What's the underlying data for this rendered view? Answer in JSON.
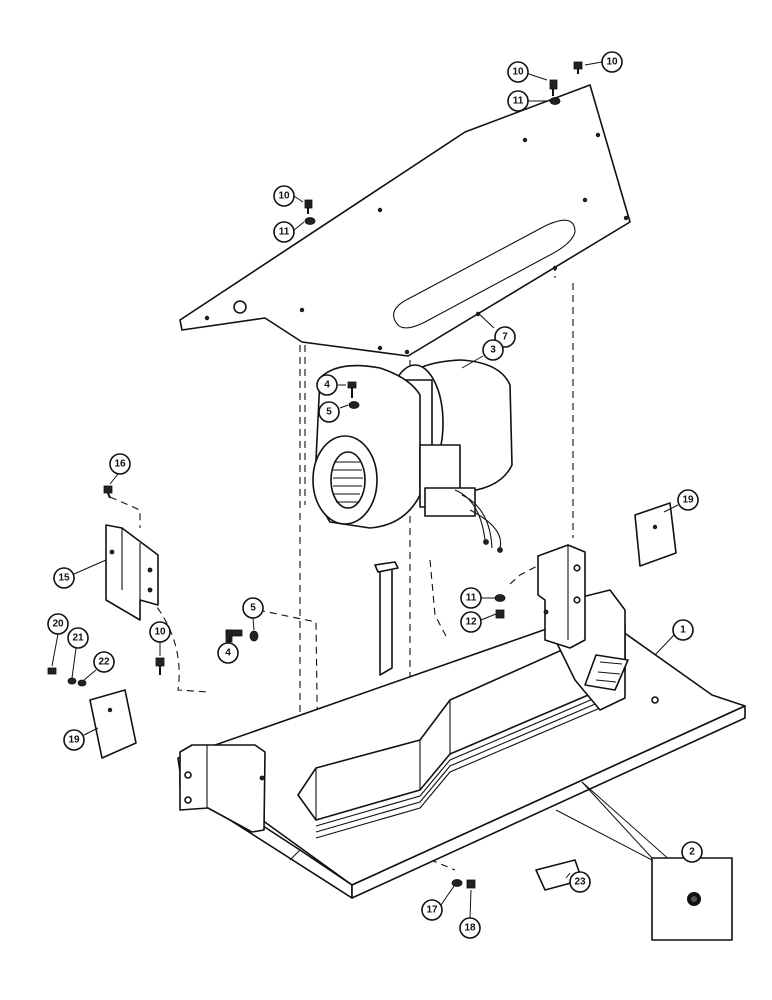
{
  "diagram": {
    "callouts": [
      {
        "id": "c10a",
        "label": "10"
      },
      {
        "id": "c10b",
        "label": "10"
      },
      {
        "id": "c11a",
        "label": "11"
      },
      {
        "id": "c10c",
        "label": "10"
      },
      {
        "id": "c11b",
        "label": "11"
      },
      {
        "id": "c7",
        "label": "7"
      },
      {
        "id": "c4a",
        "label": "4"
      },
      {
        "id": "c5a",
        "label": "5"
      },
      {
        "id": "c3",
        "label": "3"
      },
      {
        "id": "c16",
        "label": "16"
      },
      {
        "id": "c15",
        "label": "15"
      },
      {
        "id": "c19a",
        "label": "19"
      },
      {
        "id": "c11c",
        "label": "11"
      },
      {
        "id": "c12",
        "label": "12"
      },
      {
        "id": "c1",
        "label": "1"
      },
      {
        "id": "c4b",
        "label": "4"
      },
      {
        "id": "c5b",
        "label": "5"
      },
      {
        "id": "c20",
        "label": "20"
      },
      {
        "id": "c21",
        "label": "21"
      },
      {
        "id": "c22",
        "label": "22"
      },
      {
        "id": "c10d",
        "label": "10"
      },
      {
        "id": "c19b",
        "label": "19"
      },
      {
        "id": "c2",
        "label": "2"
      },
      {
        "id": "c23",
        "label": "23"
      },
      {
        "id": "c17",
        "label": "17"
      },
      {
        "id": "c18",
        "label": "18"
      }
    ]
  }
}
